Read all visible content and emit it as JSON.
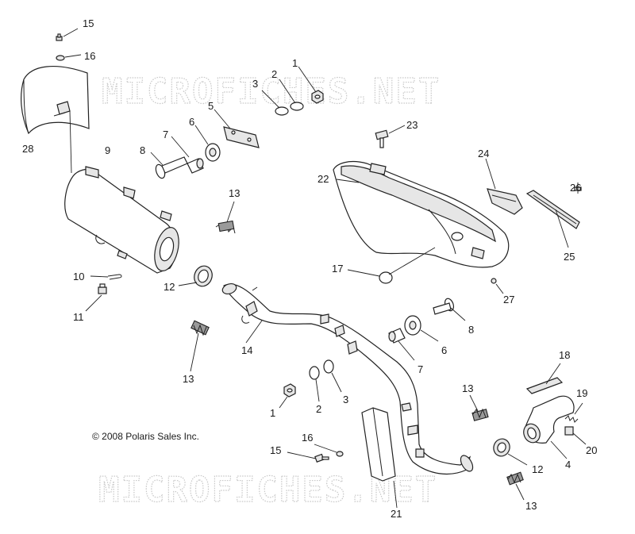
{
  "watermark": "MICROFICHES.NET",
  "copyright": "© 2008 Polaris Sales Inc.",
  "callouts": [
    {
      "id": "c15a",
      "label": "15"
    },
    {
      "id": "c16a",
      "label": "16"
    },
    {
      "id": "c28",
      "label": "28"
    },
    {
      "id": "c9",
      "label": "9"
    },
    {
      "id": "c8a",
      "label": "8"
    },
    {
      "id": "c7a",
      "label": "7"
    },
    {
      "id": "c6a",
      "label": "6"
    },
    {
      "id": "c5",
      "label": "5"
    },
    {
      "id": "c3a",
      "label": "3"
    },
    {
      "id": "c2a",
      "label": "2"
    },
    {
      "id": "c1a",
      "label": "1"
    },
    {
      "id": "c13a",
      "label": "13"
    },
    {
      "id": "c10",
      "label": "10"
    },
    {
      "id": "c11",
      "label": "11"
    },
    {
      "id": "c12a",
      "label": "12"
    },
    {
      "id": "c13b",
      "label": "13"
    },
    {
      "id": "c14",
      "label": "14"
    },
    {
      "id": "c23",
      "label": "23"
    },
    {
      "id": "c22",
      "label": "22"
    },
    {
      "id": "c24",
      "label": "24"
    },
    {
      "id": "c26",
      "label": "26"
    },
    {
      "id": "c25",
      "label": "25"
    },
    {
      "id": "c17",
      "label": "17"
    },
    {
      "id": "c27",
      "label": "27"
    },
    {
      "id": "c8b",
      "label": "8"
    },
    {
      "id": "c6b",
      "label": "6"
    },
    {
      "id": "c7b",
      "label": "7"
    },
    {
      "id": "c1b",
      "label": "1"
    },
    {
      "id": "c2b",
      "label": "2"
    },
    {
      "id": "c3b",
      "label": "3"
    },
    {
      "id": "c18",
      "label": "18"
    },
    {
      "id": "c13c",
      "label": "13"
    },
    {
      "id": "c19",
      "label": "19"
    },
    {
      "id": "c20",
      "label": "20"
    },
    {
      "id": "c4",
      "label": "4"
    },
    {
      "id": "c12b",
      "label": "12"
    },
    {
      "id": "c13d",
      "label": "13"
    },
    {
      "id": "c16b",
      "label": "16"
    },
    {
      "id": "c15b",
      "label": "15"
    },
    {
      "id": "c21",
      "label": "21"
    }
  ]
}
